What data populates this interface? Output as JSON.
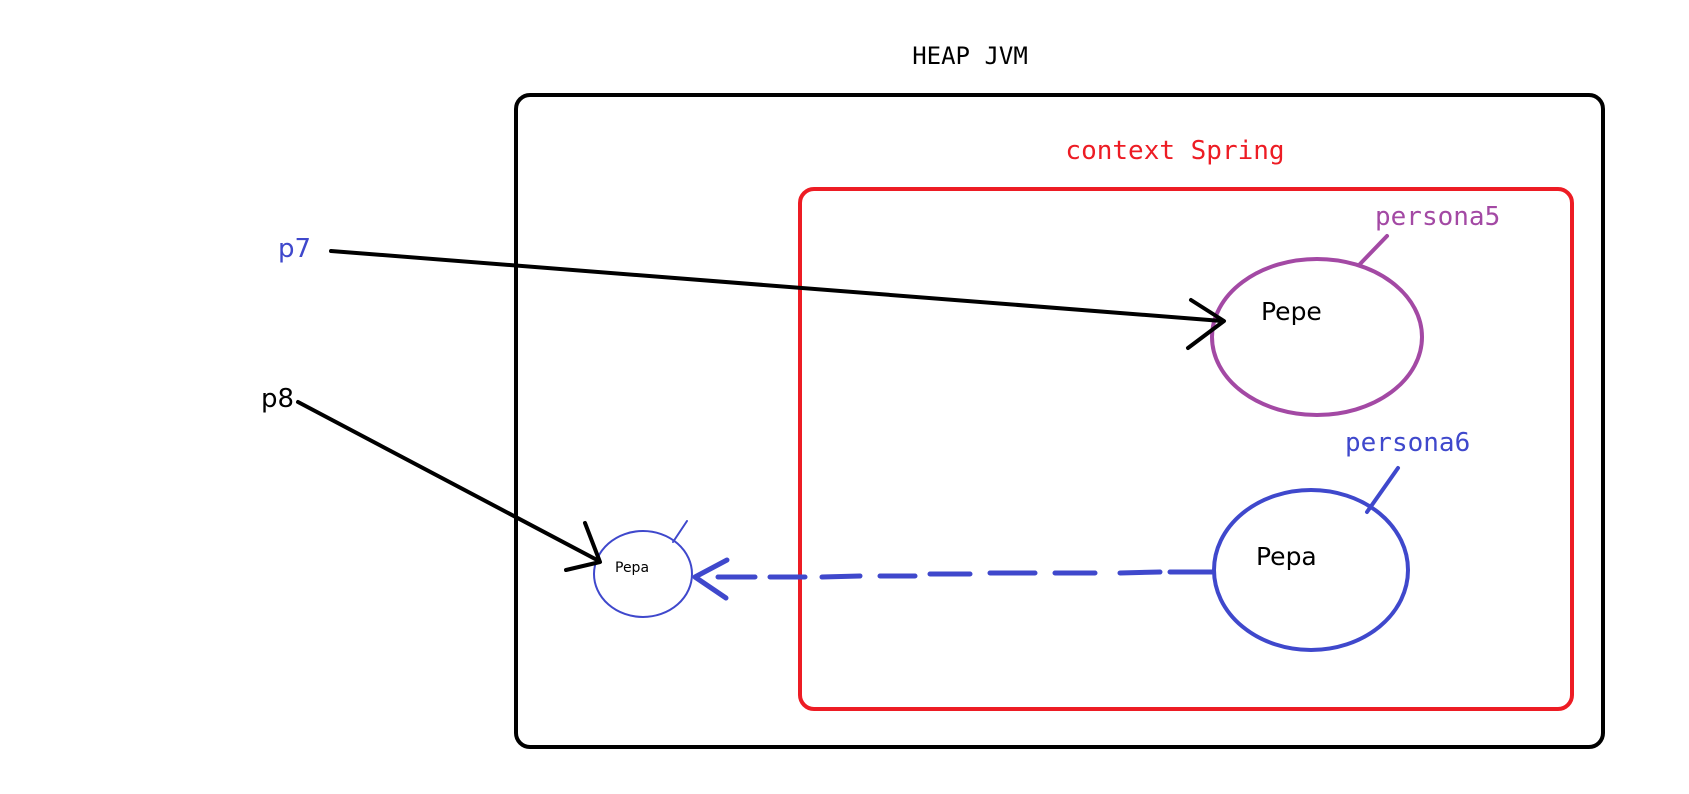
{
  "heap": {
    "title": "HEAP JVM"
  },
  "spring": {
    "title": "context Spring"
  },
  "refs": {
    "p7": "p7",
    "p8": "p8"
  },
  "beans": {
    "persona5": {
      "label": "persona5",
      "value": "Pepe"
    },
    "persona6": {
      "label": "persona6",
      "value": "Pepa"
    }
  },
  "copy_object": {
    "value": "Pepa"
  },
  "colors": {
    "heap": "#000000",
    "spring": "#ed1c24",
    "persona5": "#a349a4",
    "persona6": "#3f48cc",
    "p7": "#3f48cc",
    "p8": "#000000"
  }
}
